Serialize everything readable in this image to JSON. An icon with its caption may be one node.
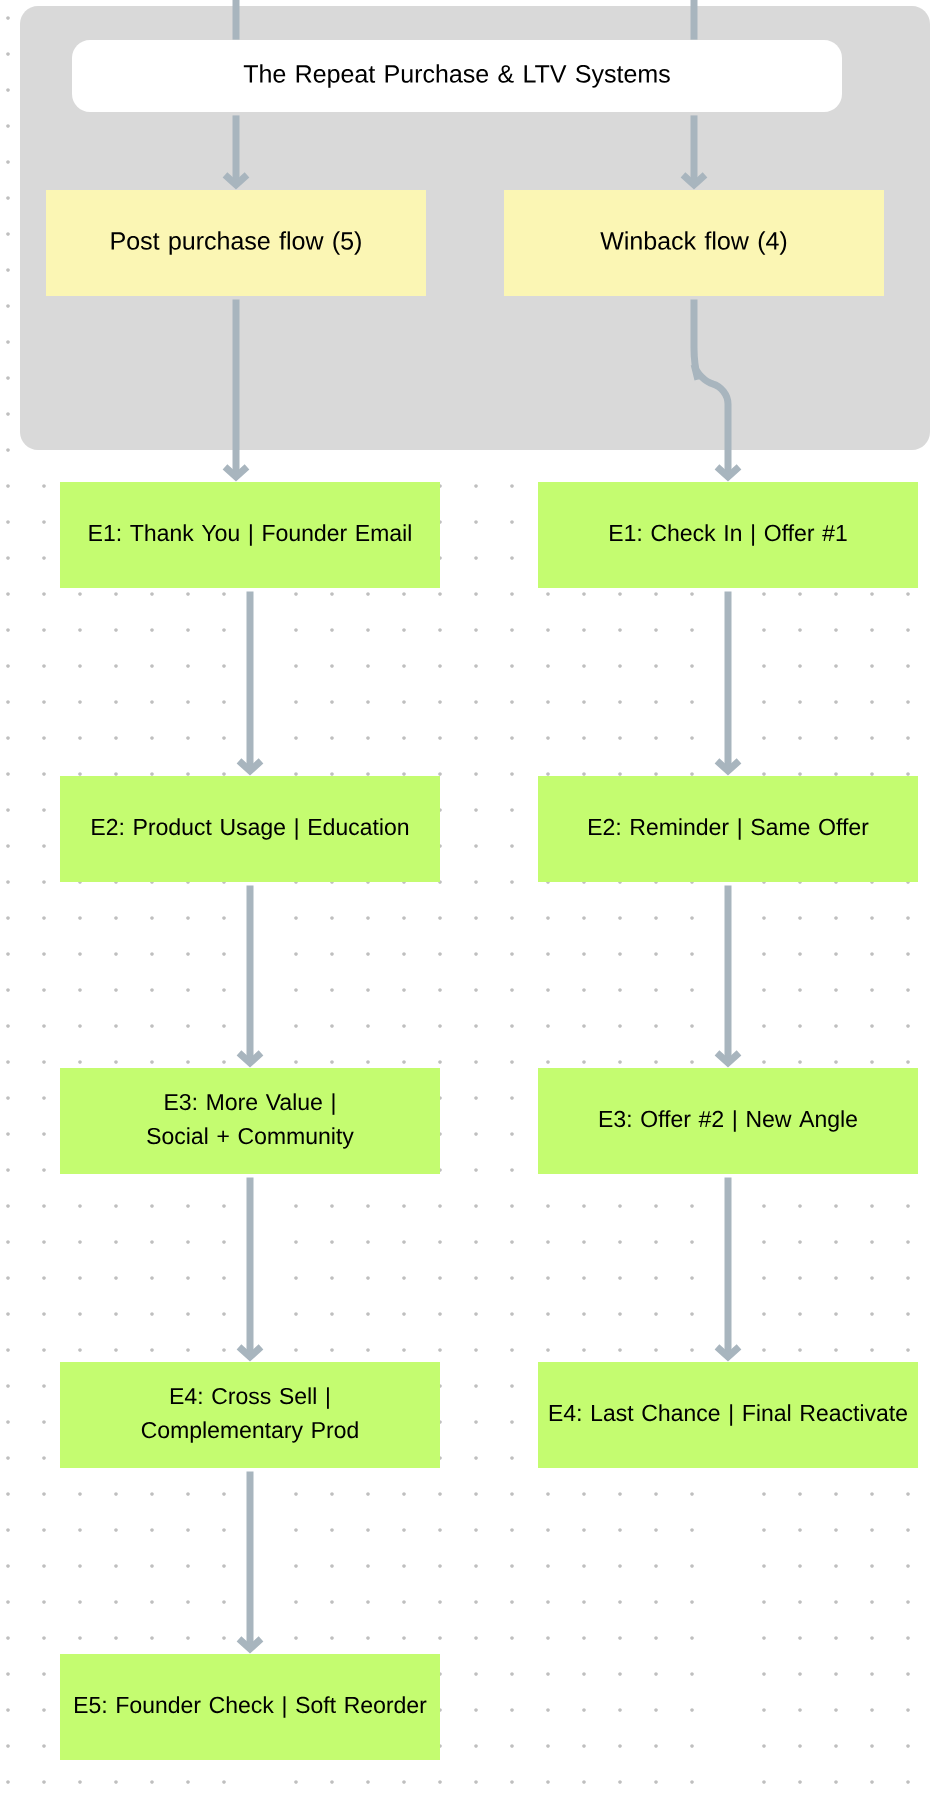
{
  "diagram": {
    "nodes": [
      {
        "text": [],
        "shape": "box"
      },
      {
        "text": [
          "The Repeat Purchase & LTV Systems"
        ],
        "in": 0
      },
      {
        "text": [
          "Post purchase flow (5)"
        ],
        "in": 0
      },
      {
        "text": [
          "Winback flow (4)"
        ],
        "in": 0
      },
      {
        "text": [
          "E1: Thank You | Founder Email"
        ]
      },
      {
        "text": [
          "E2: Product Usage | Education"
        ]
      },
      {
        "text": [
          "E3: More Value | Social + Community"
        ]
      },
      {
        "text": [
          "E4: Cross Sell | Complementary Prod"
        ]
      },
      {
        "text": [
          "E5: Founder Check | Soft Reorder"
        ]
      },
      {
        "text": [
          "E1: Check In | Offer #1"
        ]
      },
      {
        "text": [
          "E2: Reminder | Same Offer"
        ]
      },
      {
        "text": [
          "E3: Offer #2 | New Angle"
        ]
      },
      {
        "text": [
          "E4: Last Chance | Final Reactivate"
        ]
      }
    ],
    "edges": [
      {
        "from": null,
        "to": 1,
        "arrow": "none"
      },
      {
        "from": null,
        "to": 1,
        "arrow": "none"
      },
      {
        "from": 1,
        "to": 2,
        "arrow": "to"
      },
      {
        "from": 1,
        "to": 3,
        "arrow": "to"
      },
      {
        "from": 2,
        "to": 4,
        "arrow": "to"
      },
      {
        "from": 4,
        "to": 5,
        "arrow": "to"
      },
      {
        "from": 5,
        "to": 6,
        "arrow": "to"
      },
      {
        "from": 6,
        "to": 7,
        "arrow": "to"
      },
      {
        "from": 7,
        "to": 8,
        "arrow": "to"
      },
      {
        "from": 3,
        "to": 9,
        "arrow": "to"
      },
      {
        "from": 9,
        "to": 10,
        "arrow": "to"
      },
      {
        "from": 10,
        "to": 11,
        "arrow": "to"
      },
      {
        "from": 11,
        "to": 12,
        "arrow": "to"
      }
    ]
  }
}
